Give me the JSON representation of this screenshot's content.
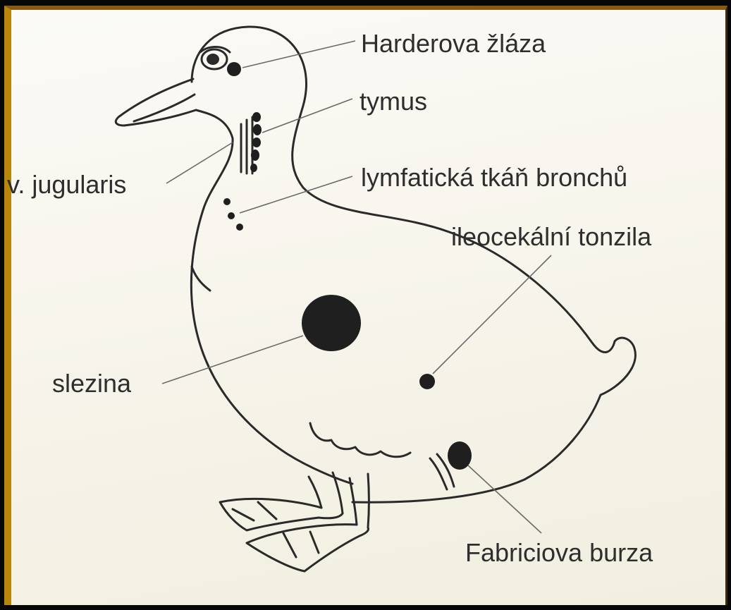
{
  "labels": {
    "harderian_gland": "Harderova žláza",
    "thymus": "tymus",
    "jugular_vein": "v. jugularis",
    "bronchial_lymph_tissue": "lymfatická tkáň bronchů",
    "ileocecal_tonsil": "ileocekální tonzila",
    "spleen": "slezina",
    "bursa_of_fabricius": "Fabriciova burza"
  },
  "colors": {
    "frame": "#b8860b",
    "paper": "#f8f6ee",
    "ink": "#2e2e2e"
  }
}
